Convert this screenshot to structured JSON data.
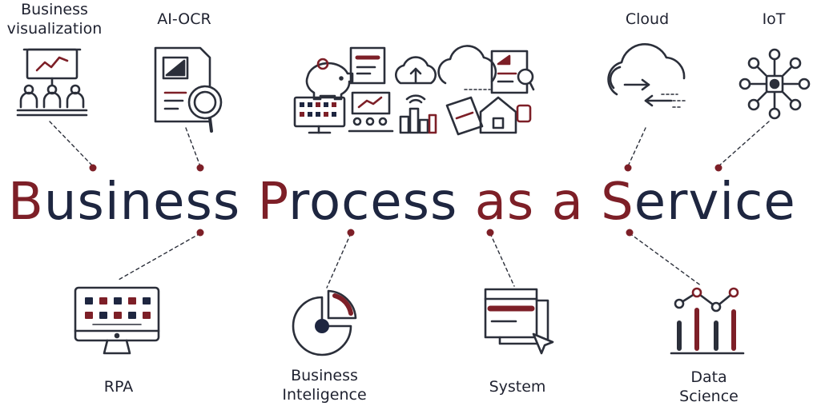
{
  "title": {
    "segments": [
      {
        "text": "B",
        "accent": true
      },
      {
        "text": "usiness ",
        "accent": false
      },
      {
        "text": "P",
        "accent": true
      },
      {
        "text": "rocess ",
        "accent": false
      },
      {
        "text": "as",
        "accent": true
      },
      {
        "text": " ",
        "accent": false
      },
      {
        "text": "a",
        "accent": true
      },
      {
        "text": " ",
        "accent": false
      },
      {
        "text": "S",
        "accent": true
      },
      {
        "text": "ervice",
        "accent": false
      }
    ]
  },
  "labels": {
    "biz_vis_1": "Business",
    "biz_vis_2": "visualization",
    "ai_ocr": "AI-OCR",
    "cloud": "Cloud",
    "iot": "IoT",
    "rpa": "RPA",
    "bi_1": "Business",
    "bi_2": "Inteligence",
    "system": "System",
    "ds_1": "Data",
    "ds_2": "Science"
  },
  "colors": {
    "navy": "#1e2640",
    "accent": "#7d1f27",
    "line": "#2b2f3a"
  }
}
